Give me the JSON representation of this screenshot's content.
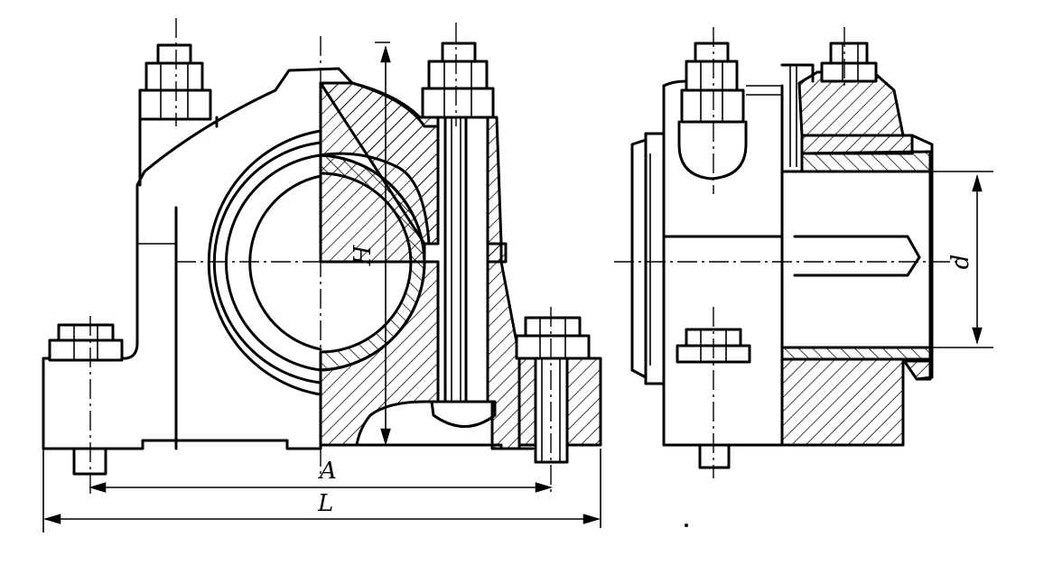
{
  "labels": {
    "A": "A",
    "L": "L",
    "H": "H",
    "d": "d"
  }
}
